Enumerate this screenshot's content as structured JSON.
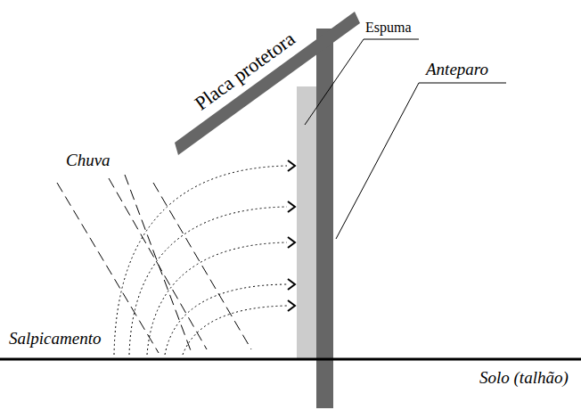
{
  "diagram": {
    "labels": [
      "Placa protetora",
      "Espuma",
      "Anteparo",
      "Chuva",
      "Salpicamento",
      "Solo (talhão)"
    ]
  }
}
